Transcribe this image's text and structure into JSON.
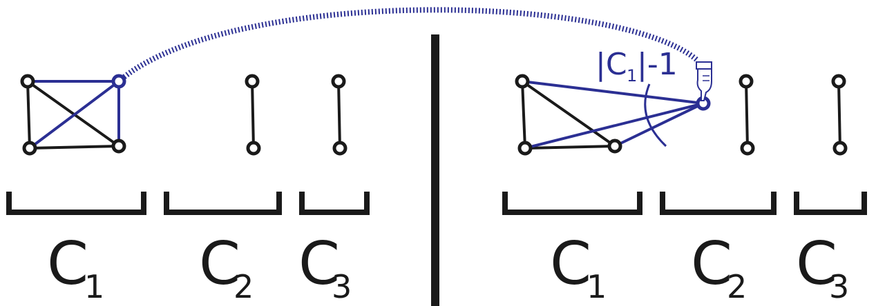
{
  "colors": {
    "black": "#1a1a1a",
    "blue": "#2b2f93"
  },
  "left_panel": {
    "label_c1": "C",
    "label_c1_sub": "1",
    "label_c2": "C",
    "label_c2_sub": "2",
    "label_c3": "C",
    "label_c3_sub": "3"
  },
  "right_panel": {
    "label_c1": "C",
    "label_c1_sub": "1",
    "label_c2": "C",
    "label_c2_sub": "2",
    "label_c3": "C",
    "label_c3_sub": "3",
    "annotation": {
      "open": "|C",
      "sub": "1",
      "close": "|-1"
    }
  },
  "icons": {
    "pointer": "pointing-hand-icon"
  }
}
